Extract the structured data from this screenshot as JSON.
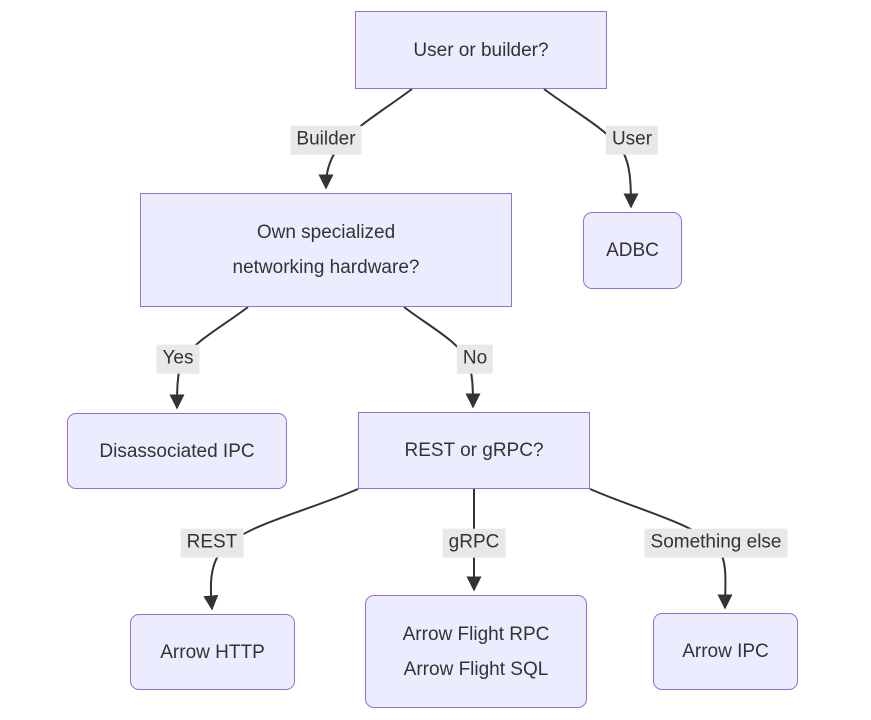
{
  "diagram": {
    "type": "flowchart",
    "nodes": {
      "user_or_builder": {
        "label": "User or builder?"
      },
      "own_hardware": {
        "lines": [
          "Own specialized",
          "networking hardware?"
        ]
      },
      "adbc": {
        "label": "ADBC"
      },
      "disassociated_ipc": {
        "label": "Disassociated IPC"
      },
      "rest_or_grpc": {
        "label": "REST or gRPC?"
      },
      "arrow_http": {
        "label": "Arrow HTTP"
      },
      "arrow_flight": {
        "lines": [
          "Arrow Flight RPC",
          "Arrow Flight SQL"
        ]
      },
      "arrow_ipc": {
        "label": "Arrow IPC"
      }
    },
    "edge_labels": {
      "builder": "Builder",
      "user": "User",
      "yes": "Yes",
      "no": "No",
      "rest": "REST",
      "grpc": "gRPC",
      "something_else": "Something else"
    }
  },
  "colors": {
    "node_fill": "#ECECFF",
    "node_border": "#9370DB",
    "edge": "#333333",
    "label_bg": "#e8e8e8",
    "text": "#333333"
  }
}
